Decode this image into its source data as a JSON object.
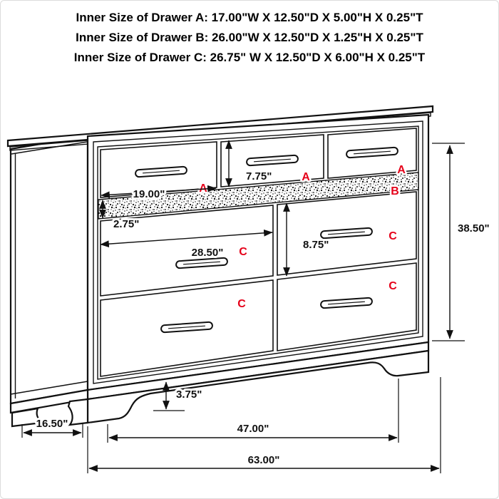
{
  "header": {
    "lines": [
      "Inner Size of Drawer A: 17.00\"W X 12.50\"D X 5.00\"H X 0.25\"T",
      "Inner Size of Drawer B: 26.00\"W X 12.50\"D X 1.25\"H X 0.25\"T",
      "Inner Size of Drawer C: 26.75\" W X 12.50\"D X 6.00\"H X 0.25\"T"
    ]
  },
  "drawer_labels": {
    "a1": "A",
    "a2": "A",
    "a3": "A",
    "b": "B",
    "c1_left": "C",
    "c1_right": "C",
    "c2_left": "C",
    "c2_right": "C"
  },
  "dimensions": {
    "drawer_a_opening_width": "19.00\"",
    "drawer_a_front_height": "7.75\"",
    "drawer_b_front_height": "2.75\"",
    "drawer_c_opening_width": "28.50\"",
    "drawer_c_front_height": "8.75\"",
    "overall_height": "38.50\"",
    "base_height": "3.75\"",
    "depth": "16.50\"",
    "leg_spacing": "47.00\"",
    "overall_width": "63.00\""
  },
  "colors": {
    "label_red": "#e50019",
    "line": "#111111"
  }
}
